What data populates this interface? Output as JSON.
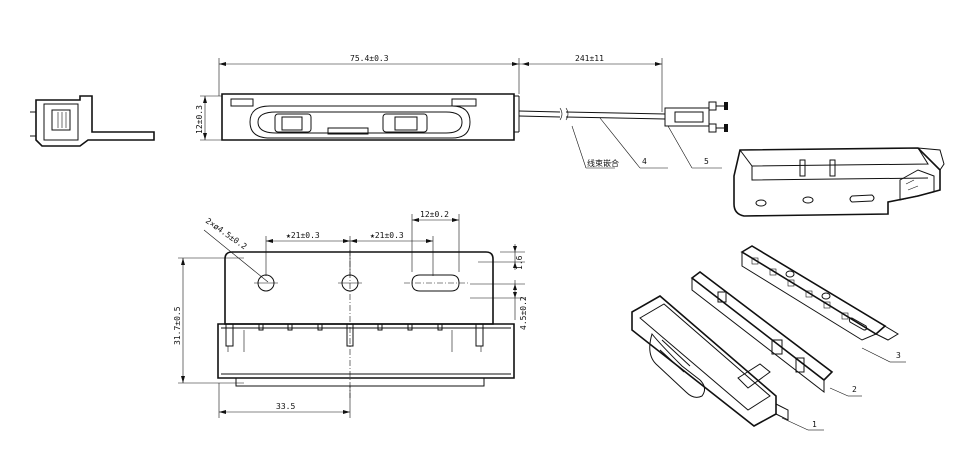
{
  "dimensions": {
    "overall_length": "75.4±0.3",
    "cable_length": "241±11",
    "height": "12±0.3",
    "hole_label": "2×ø4.5±0.2",
    "pitch_1": "★21±0.3",
    "pitch_2": "★21±0.3",
    "slot_width": "12±0.2",
    "top_offset": "1.6",
    "slot_offset": "4.5±0.2",
    "vertical_height": "31.7±0.5",
    "base_width": "33.5"
  },
  "callouts": {
    "cable_note": "线束嵌合",
    "item_4": "4",
    "item_5": "5",
    "item_1": "1",
    "item_2": "2",
    "item_3": "3"
  },
  "colors": {
    "line": "#111111",
    "background": "#ffffff"
  }
}
